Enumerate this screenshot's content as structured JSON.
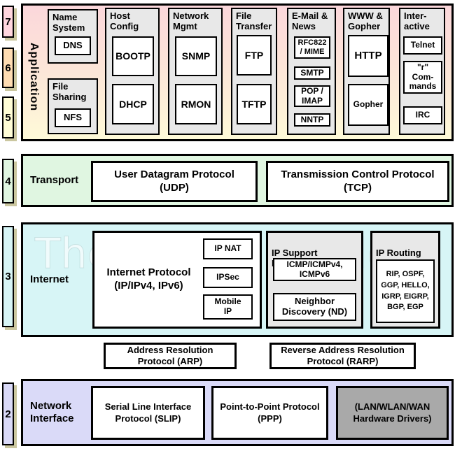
{
  "watermark": "The TCP/IP Guide",
  "layer_numbers": {
    "l7": "7",
    "l6": "6",
    "l5": "5",
    "l4": "4",
    "l3": "3",
    "l2": "2"
  },
  "app": {
    "label": "Application",
    "groups": [
      {
        "title": "Name\nSystem",
        "protocols": [
          "DNS"
        ]
      },
      {
        "title": "File\nSharing",
        "protocols": [
          "NFS"
        ]
      },
      {
        "title": "Host\nConfig",
        "protocols": [
          "BOOTP",
          "DHCP"
        ]
      },
      {
        "title": "Network\nMgmt",
        "protocols": [
          "SNMP",
          "RMON"
        ]
      },
      {
        "title": "File\nTransfer",
        "protocols": [
          "FTP",
          "TFTP"
        ]
      },
      {
        "title": "E-Mail &\nNews",
        "protocols": [
          "RFC822\n/ MIME",
          "SMTP",
          "POP /\nIMAP",
          "NNTP"
        ]
      },
      {
        "title": "WWW &\nGopher",
        "protocols": [
          "HTTP",
          "Gopher"
        ]
      },
      {
        "title": "Inter-\nactive",
        "protocols": [
          "Telnet",
          "\"r\"\nCom-\nmands",
          "IRC"
        ]
      }
    ]
  },
  "transport": {
    "label": "Transport",
    "udp": "User Datagram Protocol\n(UDP)",
    "tcp": "Transmission Control Protocol\n(TCP)"
  },
  "internet": {
    "label": "Internet",
    "ip": "Internet Protocol\n(IP/IPv4, IPv6)",
    "ip_sub": [
      "IP NAT",
      "IPSec",
      "Mobile\nIP"
    ],
    "support": {
      "title": "IP Support\nProtocols",
      "items": [
        "ICMP/ICMPv4,\nICMPv6",
        "Neighbor\nDiscovery (ND)"
      ]
    },
    "routing": {
      "title": "IP Routing\nProtocols",
      "items": [
        "RIP, OSPF,\nGGP, HELLO,\nIGRP, EIGRP,\nBGP, EGP"
      ]
    }
  },
  "arp": "Address Resolution\nProtocol (ARP)",
  "rarp": "Reverse Address Resolution\nProtocol (RARP)",
  "network": {
    "label": "Network\nInterface",
    "slip": "Serial Line Interface\nProtocol (SLIP)",
    "ppp": "Point-to-Point Protocol\n(PPP)",
    "hw": "(LAN/WLAN/WAN\nHardware Drivers)"
  },
  "colors": {
    "layer7": "#ffd6de",
    "layer6": "#fedcb2",
    "layer5": "#fffdd6",
    "layer4": "#e0f6e1",
    "layer3": "#d7f5f6",
    "layer2": "#dadaf8",
    "group_gray": "#e8e8e8",
    "hardware_gray": "#a9a9a9",
    "shadow_tan": "#cbc7a0",
    "border": "#000000"
  }
}
